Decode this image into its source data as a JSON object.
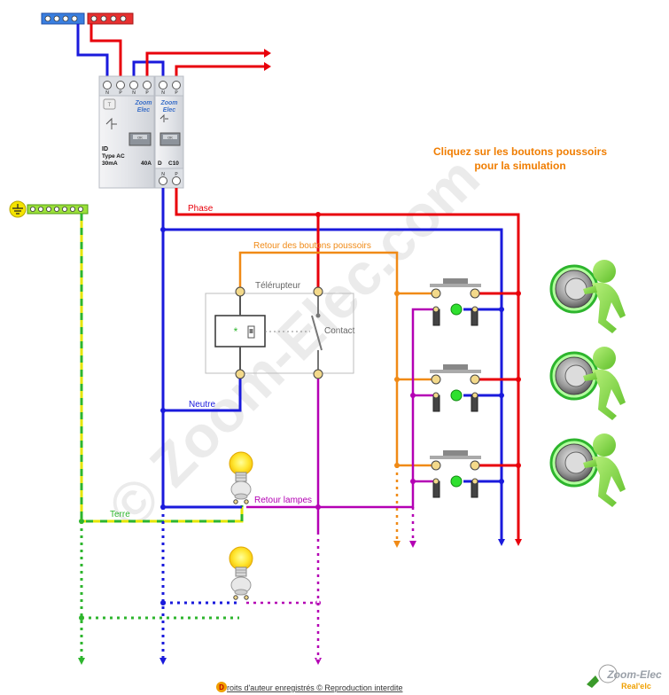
{
  "instruction": {
    "line1": "Cliquez sur les boutons poussoirs",
    "line2": "pour la simulation"
  },
  "labels": {
    "phase": "Phase",
    "retour_boutons": "Retour des boutons poussoirs",
    "telerupteur": "Télérupteur",
    "contact": "Contact",
    "neutre": "Neutre",
    "retour_lampes": "Retour lampes",
    "terre": "Terre"
  },
  "breaker_id": {
    "brand_line1": "Zoom",
    "brand_line2": "Elec",
    "test_key": "T",
    "ok": "OK",
    "name": "ID",
    "type": "Type AC",
    "sensitivity": "30mA",
    "rating": "40A",
    "terminal_n": "N",
    "terminal_p": "P"
  },
  "breaker_c10": {
    "brand_line1": "Zoom",
    "brand_line2": "Elec",
    "ok": "OK",
    "name": "D",
    "rating": "C10",
    "terminal_n": "N",
    "terminal_p": "P"
  },
  "push_buttons": [
    {
      "name": "bouton-poussoir-1"
    },
    {
      "name": "bouton-poussoir-2"
    },
    {
      "name": "bouton-poussoir-3"
    }
  ],
  "footer": {
    "copyright_badge": "D",
    "copyright": "roits d'auteur enregistrés © Reproduction interdite"
  },
  "logo": {
    "line1": "Zoom-Elec",
    "line2": "Real'elc"
  },
  "watermark": "© Zoom-Elec.com",
  "colors": {
    "phase": "#e8000b",
    "neutral": "#1a1adc",
    "earth_green": "#2db52d",
    "earth_yellow": "#e6e600",
    "button_return": "#f08a16",
    "lamp_return": "#b400b4",
    "instruction": "#f07d00"
  }
}
